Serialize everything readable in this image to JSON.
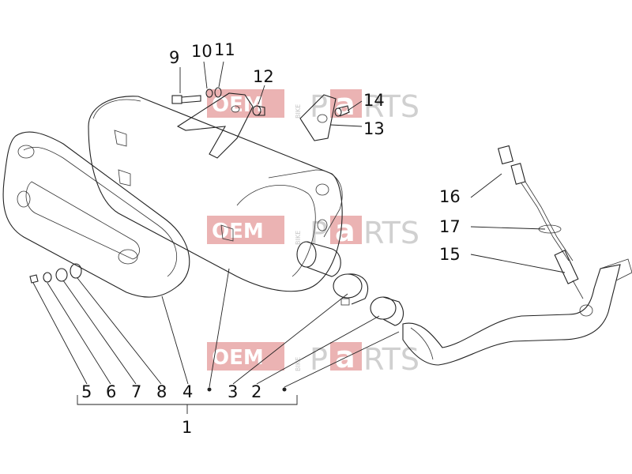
{
  "callouts": [
    {
      "id": "9",
      "label": "9"
    },
    {
      "id": "10",
      "label": "10"
    },
    {
      "id": "11",
      "label": "11"
    },
    {
      "id": "12",
      "label": "12"
    },
    {
      "id": "13",
      "label": "13"
    },
    {
      "id": "14",
      "label": "14"
    },
    {
      "id": "15",
      "label": "15"
    },
    {
      "id": "16",
      "label": "16"
    },
    {
      "id": "17",
      "label": "17"
    },
    {
      "id": "5",
      "label": "5"
    },
    {
      "id": "6",
      "label": "6"
    },
    {
      "id": "7",
      "label": "7"
    },
    {
      "id": "8",
      "label": "8"
    },
    {
      "id": "4",
      "label": "4"
    },
    {
      "id": "3",
      "label": "3"
    },
    {
      "id": "2",
      "label": "2"
    },
    {
      "id": "1",
      "label": "1"
    }
  ],
  "watermark": {
    "oem": "OEM",
    "bike": "BIKE",
    "p": "P",
    "a": "a",
    "rts": "RTS"
  },
  "colors": {
    "line": "#222222",
    "watermark_box": "#e8a6a6",
    "watermark_text": "#c8c8c8"
  }
}
